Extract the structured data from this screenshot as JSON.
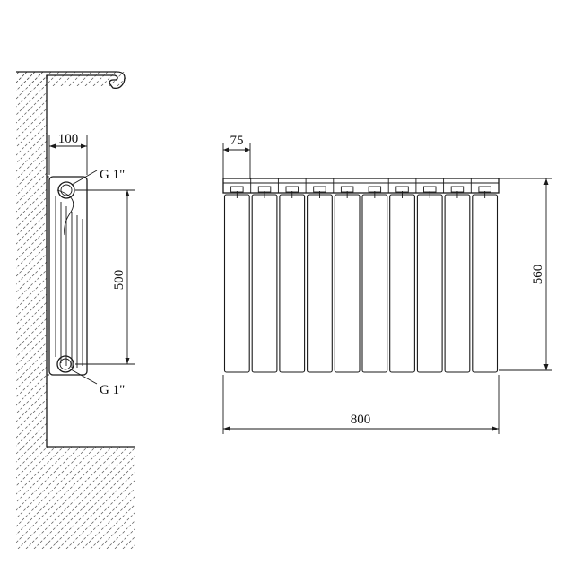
{
  "side_view": {
    "depth_label": "100",
    "inlet_label": "G 1\"",
    "outlet_label": "G 1\"",
    "axis_distance_label": "500"
  },
  "front_view": {
    "section_width_label": "75",
    "height_label": "560",
    "total_width_label": "800",
    "sections": 10
  }
}
